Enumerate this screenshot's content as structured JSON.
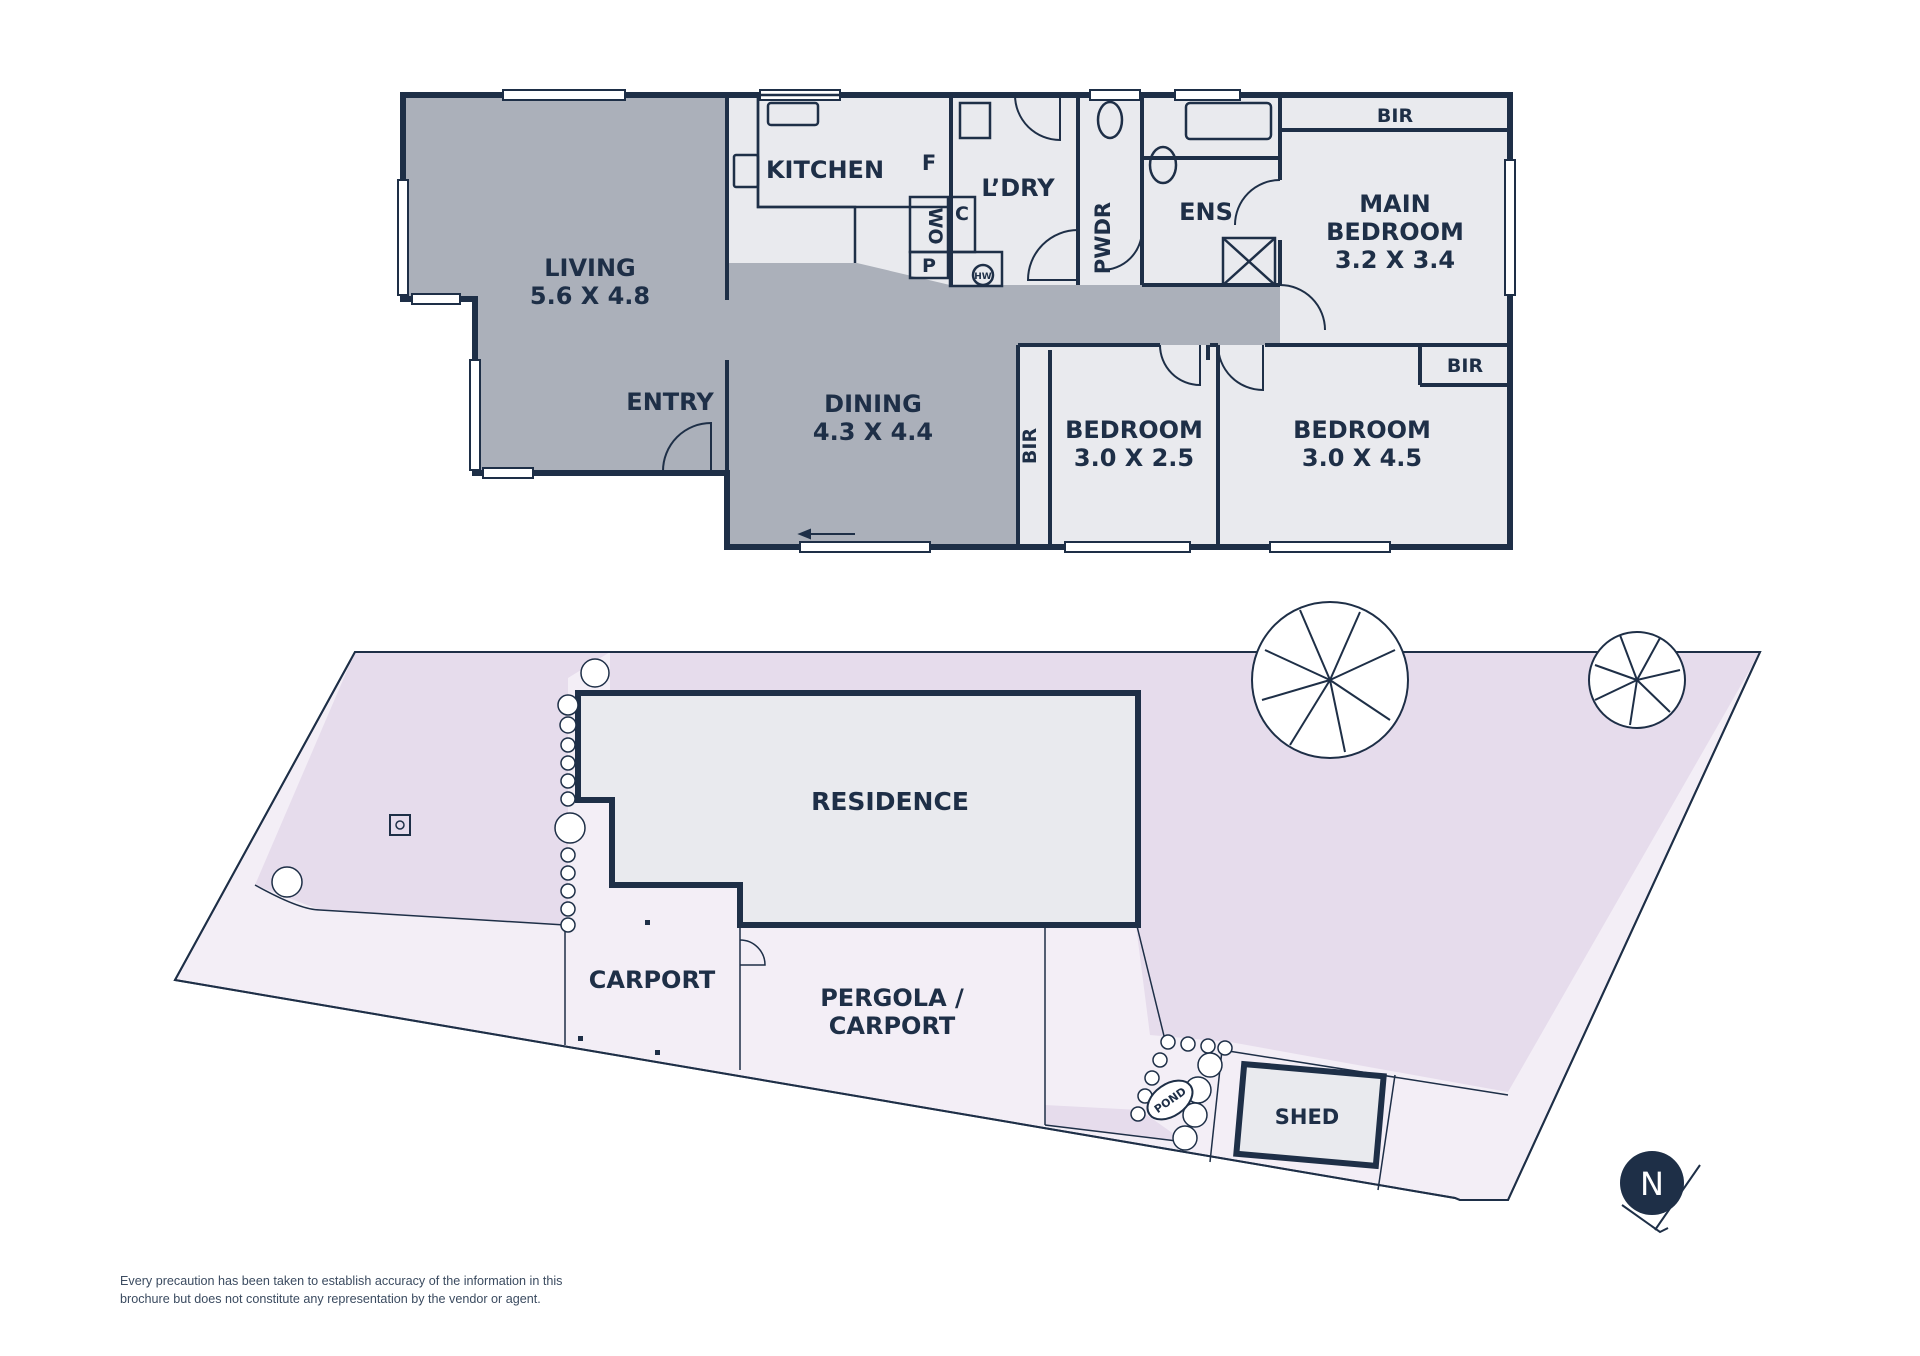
{
  "colors": {
    "wall": "#1e2f47",
    "room_fill": "#e9eaee",
    "living_fill": "#abb0ba",
    "garden_fill": "#e6dcec",
    "paving_fill": "#f3eef6",
    "label": "#1e2f47"
  },
  "floor_plan": {
    "living": {
      "name": "LIVING",
      "dims": "5.6 X 4.8"
    },
    "kitchen": {
      "name": "KITCHEN",
      "fridge": "F"
    },
    "wo": "WO",
    "c": "C",
    "p": "P",
    "hw": "HW",
    "laundry": "L’DRY",
    "powder": "PWDR",
    "ensuite": "ENS",
    "main_bir": "BIR",
    "main_bedroom": {
      "line1": "MAIN",
      "line2": "BEDROOM",
      "dims": "3.2 X 3.4"
    },
    "entry": "ENTRY",
    "dining": {
      "name": "DINING",
      "dims": "4.3 X 4.4"
    },
    "bir_vertical": "BIR",
    "bedroom2": {
      "name": "BEDROOM",
      "dims": "3.0 X 2.5"
    },
    "bedroom3": {
      "name": "BEDROOM",
      "dims": "3.0 X 4.5"
    },
    "bir3": "BIR"
  },
  "site_plan": {
    "residence": "RESIDENCE",
    "carport": "CARPORT",
    "pergola_line1": "PERGOLA /",
    "pergola_line2": "CARPORT",
    "shed": "SHED",
    "pond": "POND",
    "north": "N"
  },
  "disclaimer": {
    "line1": "Every precaution has been taken to establish accuracy of the information in this",
    "line2": "brochure but does not constitute any representation by the vendor or agent."
  }
}
